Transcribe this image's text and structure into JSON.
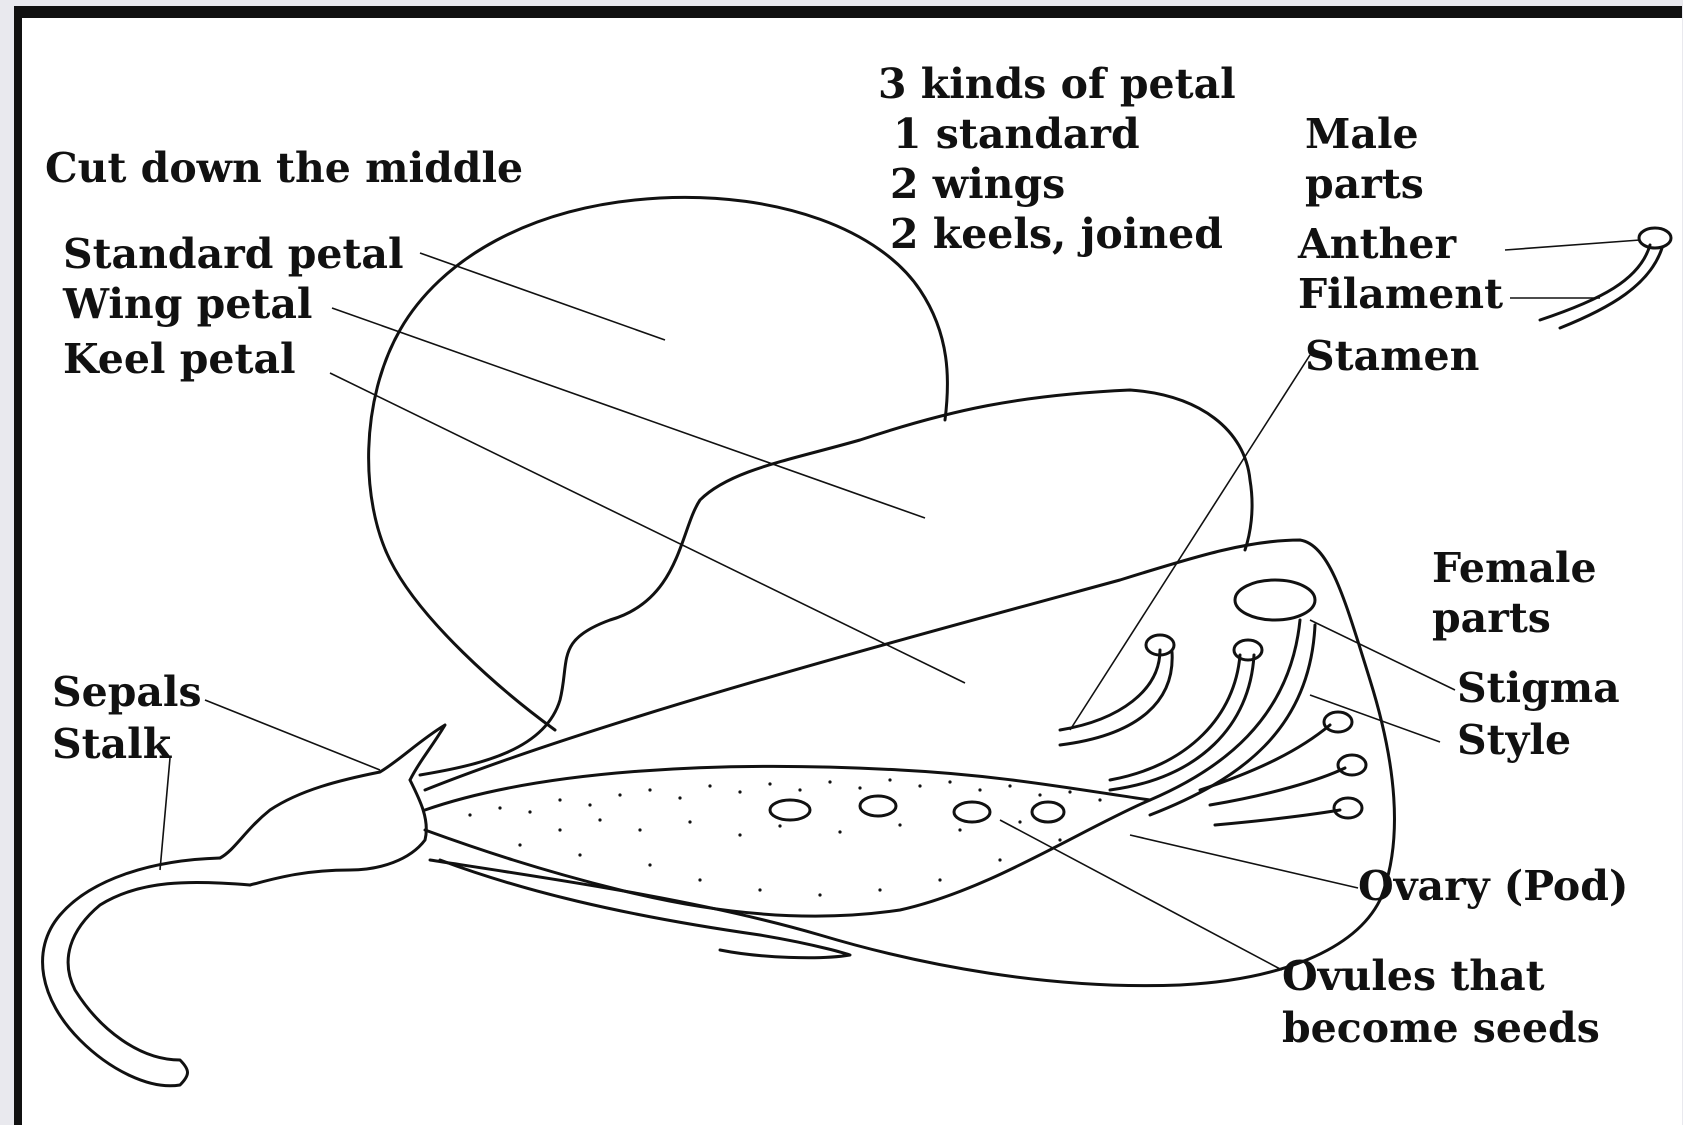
{
  "title": "Cut down the middle",
  "petal_kinds": {
    "heading": "3 kinds of petal",
    "line1": "1 standard",
    "line2": "2 wings",
    "line3": "2 keels, joined"
  },
  "labels": {
    "standard_petal": "Standard petal",
    "wing_petal": "Wing petal",
    "keel_petal": "Keel petal",
    "sepals": "Sepals",
    "stalk": "Stalk",
    "male_parts_1": "Male",
    "male_parts_2": "parts",
    "anther": "Anther",
    "filament": "Filament",
    "stamen": "Stamen",
    "female_parts_1": "Female",
    "female_parts_2": "parts",
    "stigma": "Stigma",
    "style": "Style",
    "ovary": "Ovary (Pod)",
    "ovules_1": "Ovules that",
    "ovules_2": "become seeds"
  },
  "colors": {
    "ink": "#111111",
    "paper": "#ffffff",
    "frame": "#111111"
  }
}
